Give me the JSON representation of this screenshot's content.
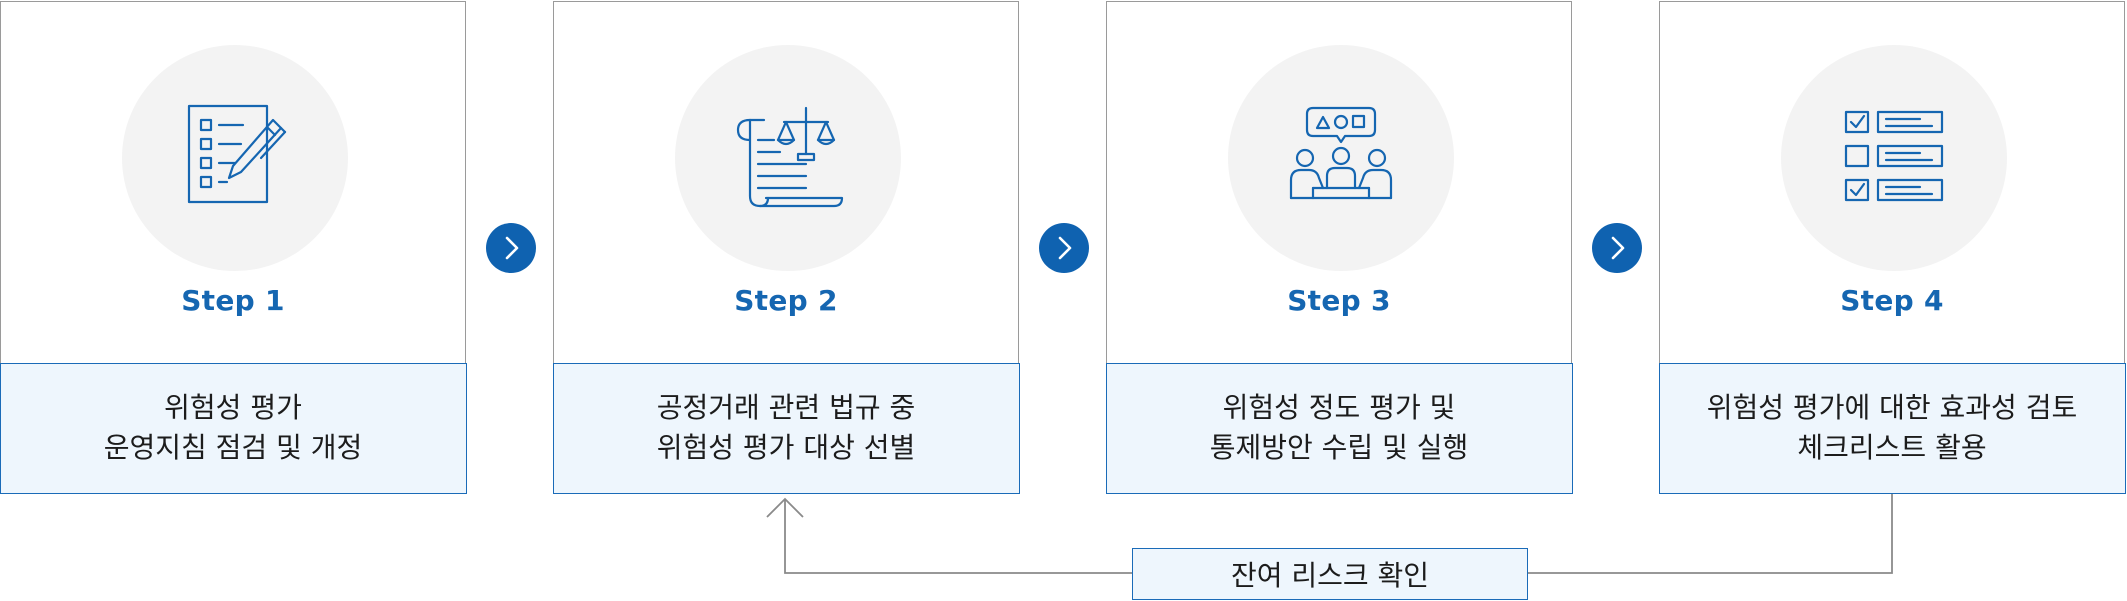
{
  "steps": [
    {
      "label": "Step 1",
      "lines": [
        "위험성 평가",
        "운영지침 점검 및 개정"
      ],
      "icon": "document-pencil-icon"
    },
    {
      "label": "Step 2",
      "lines": [
        "공정거래 관련 법규 중",
        "위험성 평가 대상 선별"
      ],
      "icon": "law-scroll-icon"
    },
    {
      "label": "Step 3",
      "lines": [
        "위험성 정도 평가 및",
        "통제방안 수립 및 실행"
      ],
      "icon": "meeting-icon"
    },
    {
      "label": "Step 4",
      "lines": [
        "위험성 평가에 대한 효과성 검토",
        "체크리스트 활용"
      ],
      "icon": "checklist-icon"
    }
  ],
  "feedback": {
    "label": "잔여 리스크 확인"
  },
  "colors": {
    "accent": "#1566b1",
    "box_fill": "#eef6fd",
    "icon_circle": "#f3f3f3",
    "border": "#9a9a9a"
  }
}
